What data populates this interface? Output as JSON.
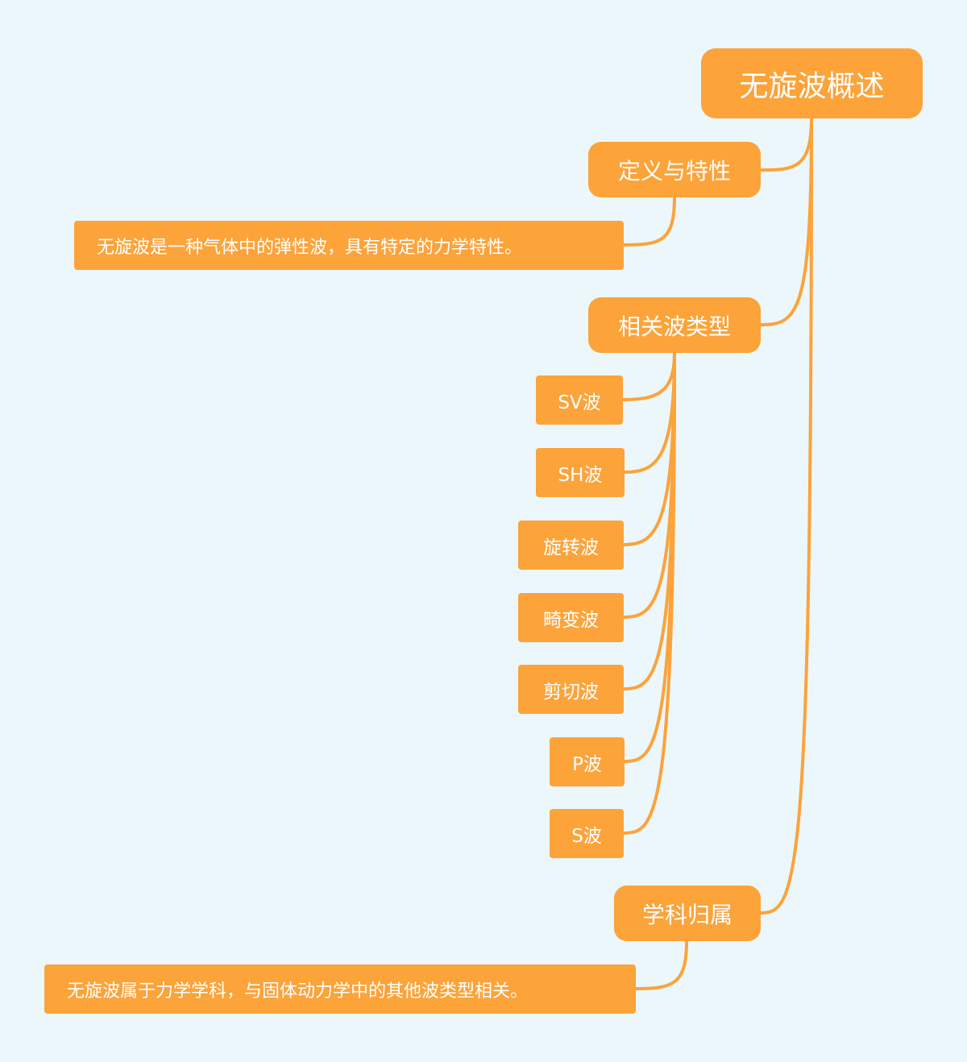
{
  "colors": {
    "background": "#ECF7FB",
    "node": "#FCA33A",
    "line": "#FCA33A",
    "text": "#FFFFFF"
  },
  "root": {
    "label": "无旋波概述"
  },
  "branches": [
    {
      "label": "定义与特性",
      "children": [
        "无旋波是一种气体中的弹性波，具有特定的力学特性。"
      ]
    },
    {
      "label": "相关波类型",
      "children": [
        "SV波",
        "SH波",
        "旋转波",
        "畸变波",
        "剪切波",
        "P波",
        "S波"
      ]
    },
    {
      "label": "学科归属",
      "children": [
        "无旋波属于力学学科，与固体动力学中的其他波类型相关。"
      ]
    }
  ]
}
